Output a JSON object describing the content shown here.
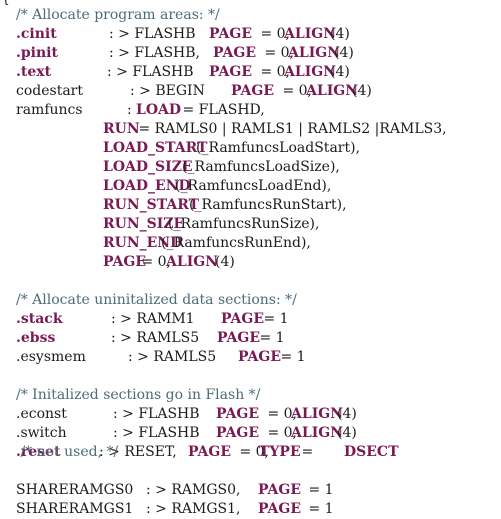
{
  "colors": {
    "background": "#ffffff",
    "text": "#1b1b1b",
    "keyword": "#7a1a52",
    "comment": "#4d6b78"
  },
  "top_fragment": "{",
  "lines": [
    {
      "segments": [
        {
          "t": "/* Allocate program areas: */",
          "c": "comment"
        }
      ]
    },
    {
      "segments": [
        {
          "t": ".cinit",
          "c": "key"
        },
        {
          "t": ": > FLASHB",
          "c": "plain"
        },
        {
          "t": "PAGE",
          "c": "key"
        },
        {
          "t": " = 0, ",
          "c": "plain"
        },
        {
          "t": "ALIGN",
          "c": "key"
        },
        {
          "t": "(4)",
          "c": "plain"
        }
      ]
    },
    {
      "segments": [
        {
          "t": ".pinit",
          "c": "key"
        },
        {
          "t": ": > FLASHB,",
          "c": "plain"
        },
        {
          "t": "PAGE",
          "c": "key"
        },
        {
          "t": " = 0, ",
          "c": "plain"
        },
        {
          "t": "ALIGN",
          "c": "key"
        },
        {
          "t": "(4)",
          "c": "plain"
        }
      ]
    },
    {
      "segments": [
        {
          "t": ".text",
          "c": "key"
        },
        {
          "t": ": > FLASHB",
          "c": "plain"
        },
        {
          "t": "PAGE",
          "c": "key"
        },
        {
          "t": " = 0, ",
          "c": "plain"
        },
        {
          "t": "ALIGN",
          "c": "key"
        },
        {
          "t": "(4)",
          "c": "plain"
        }
      ]
    },
    {
      "segments": [
        {
          "t": "codestart",
          "c": "plain"
        },
        {
          "t": ": > BEGIN",
          "c": "plain"
        },
        {
          "t": "PAGE",
          "c": "key"
        },
        {
          "t": " = 0, ",
          "c": "plain"
        },
        {
          "t": "ALIGN",
          "c": "key"
        },
        {
          "t": "(4)",
          "c": "plain"
        }
      ]
    },
    {
      "segments": [
        {
          "t": "ramfuncs",
          "c": "plain"
        },
        {
          "t": ": ",
          "c": "plain"
        },
        {
          "t": "LOAD",
          "c": "key"
        },
        {
          "t": " = FLASHD,",
          "c": "plain"
        }
      ]
    },
    {
      "segments": [
        {
          "t": "RUN",
          "c": "key"
        },
        {
          "t": " = RAMLS0 | RAMLS1 | RAMLS2 |RAMLS3,",
          "c": "plain"
        }
      ]
    },
    {
      "segments": [
        {
          "t": "LOAD_START",
          "c": "key"
        },
        {
          "t": "(_RamfuncsLoadStart),",
          "c": "plain"
        }
      ]
    },
    {
      "segments": [
        {
          "t": "LOAD_SIZE",
          "c": "key"
        },
        {
          "t": "(_RamfuncsLoadSize),",
          "c": "plain"
        }
      ]
    },
    {
      "segments": [
        {
          "t": "LOAD_END",
          "c": "key"
        },
        {
          "t": "(_RamfuncsLoadEnd),",
          "c": "plain"
        }
      ]
    },
    {
      "segments": [
        {
          "t": "RUN_START",
          "c": "key"
        },
        {
          "t": "(_RamfuncsRunStart),",
          "c": "plain"
        }
      ]
    },
    {
      "segments": [
        {
          "t": "RUN_SIZE",
          "c": "key"
        },
        {
          "t": "(_RamfuncsRunSize),",
          "c": "plain"
        }
      ]
    },
    {
      "segments": [
        {
          "t": "RUN_END",
          "c": "key"
        },
        {
          "t": "(_RamfuncsRunEnd),",
          "c": "plain"
        }
      ]
    },
    {
      "segments": [
        {
          "t": "PAGE",
          "c": "key"
        },
        {
          "t": " = 0, ",
          "c": "plain"
        },
        {
          "t": "ALIGN",
          "c": "key"
        },
        {
          "t": "(4)",
          "c": "plain"
        }
      ]
    },
    {
      "segments": [
        {
          "t": "/* Allocate uninitalized data sections: */",
          "c": "comment"
        }
      ]
    },
    {
      "segments": [
        {
          "t": ".stack",
          "c": "key"
        },
        {
          "t": ": > RAMM1",
          "c": "plain"
        },
        {
          "t": "PAGE",
          "c": "key"
        },
        {
          "t": " = 1",
          "c": "plain"
        }
      ]
    },
    {
      "segments": [
        {
          "t": ".ebss",
          "c": "key"
        },
        {
          "t": ": > RAMLS5",
          "c": "plain"
        },
        {
          "t": "PAGE",
          "c": "key"
        },
        {
          "t": " = 1",
          "c": "plain"
        }
      ]
    },
    {
      "segments": [
        {
          "t": ".esysmem",
          "c": "plain"
        },
        {
          "t": ": > RAMLS5",
          "c": "plain"
        },
        {
          "t": "PAGE",
          "c": "key"
        },
        {
          "t": " = 1",
          "c": "plain"
        }
      ]
    },
    {
      "segments": [
        {
          "t": "/* Initalized sections go in Flash */",
          "c": "comment"
        }
      ]
    },
    {
      "segments": [
        {
          "t": ".econst",
          "c": "plain"
        },
        {
          "t": ": > FLASHB",
          "c": "plain"
        },
        {
          "t": "PAGE",
          "c": "key"
        },
        {
          "t": " = 0, ",
          "c": "plain"
        },
        {
          "t": "ALIGN",
          "c": "key"
        },
        {
          "t": "(4)",
          "c": "plain"
        }
      ]
    },
    {
      "segments": [
        {
          "t": ".switch",
          "c": "plain"
        },
        {
          "t": ": > FLASHB",
          "c": "plain"
        },
        {
          "t": "PAGE",
          "c": "key"
        },
        {
          "t": " = 0, ",
          "c": "plain"
        },
        {
          "t": "ALIGN",
          "c": "key"
        },
        {
          "t": "(4)",
          "c": "plain"
        }
      ]
    },
    {
      "segments": [
        {
          "t": ".reset",
          "c": "key"
        },
        {
          "t": ": > RESET,",
          "c": "plain"
        },
        {
          "t": "PAGE",
          "c": "key"
        },
        {
          "t": " = 0, ",
          "c": "plain"
        },
        {
          "t": "TYPE",
          "c": "key"
        },
        {
          "t": " = ",
          "c": "plain"
        },
        {
          "t": "DSECT",
          "c": "key"
        },
        {
          "t": " /* not used, */",
          "c": "comment"
        }
      ]
    },
    {
      "segments": [
        {
          "t": "SHARERAMGS0",
          "c": "plain"
        },
        {
          "t": ": > RAMGS0,",
          "c": "plain"
        },
        {
          "t": "PAGE",
          "c": "key"
        },
        {
          "t": " = 1",
          "c": "plain"
        }
      ]
    },
    {
      "segments": [
        {
          "t": "SHARERAMGS1",
          "c": "plain"
        },
        {
          "t": ": > RAMGS1,",
          "c": "plain"
        },
        {
          "t": "PAGE",
          "c": "key"
        },
        {
          "t": " = 1",
          "c": "plain"
        }
      ]
    }
  ]
}
